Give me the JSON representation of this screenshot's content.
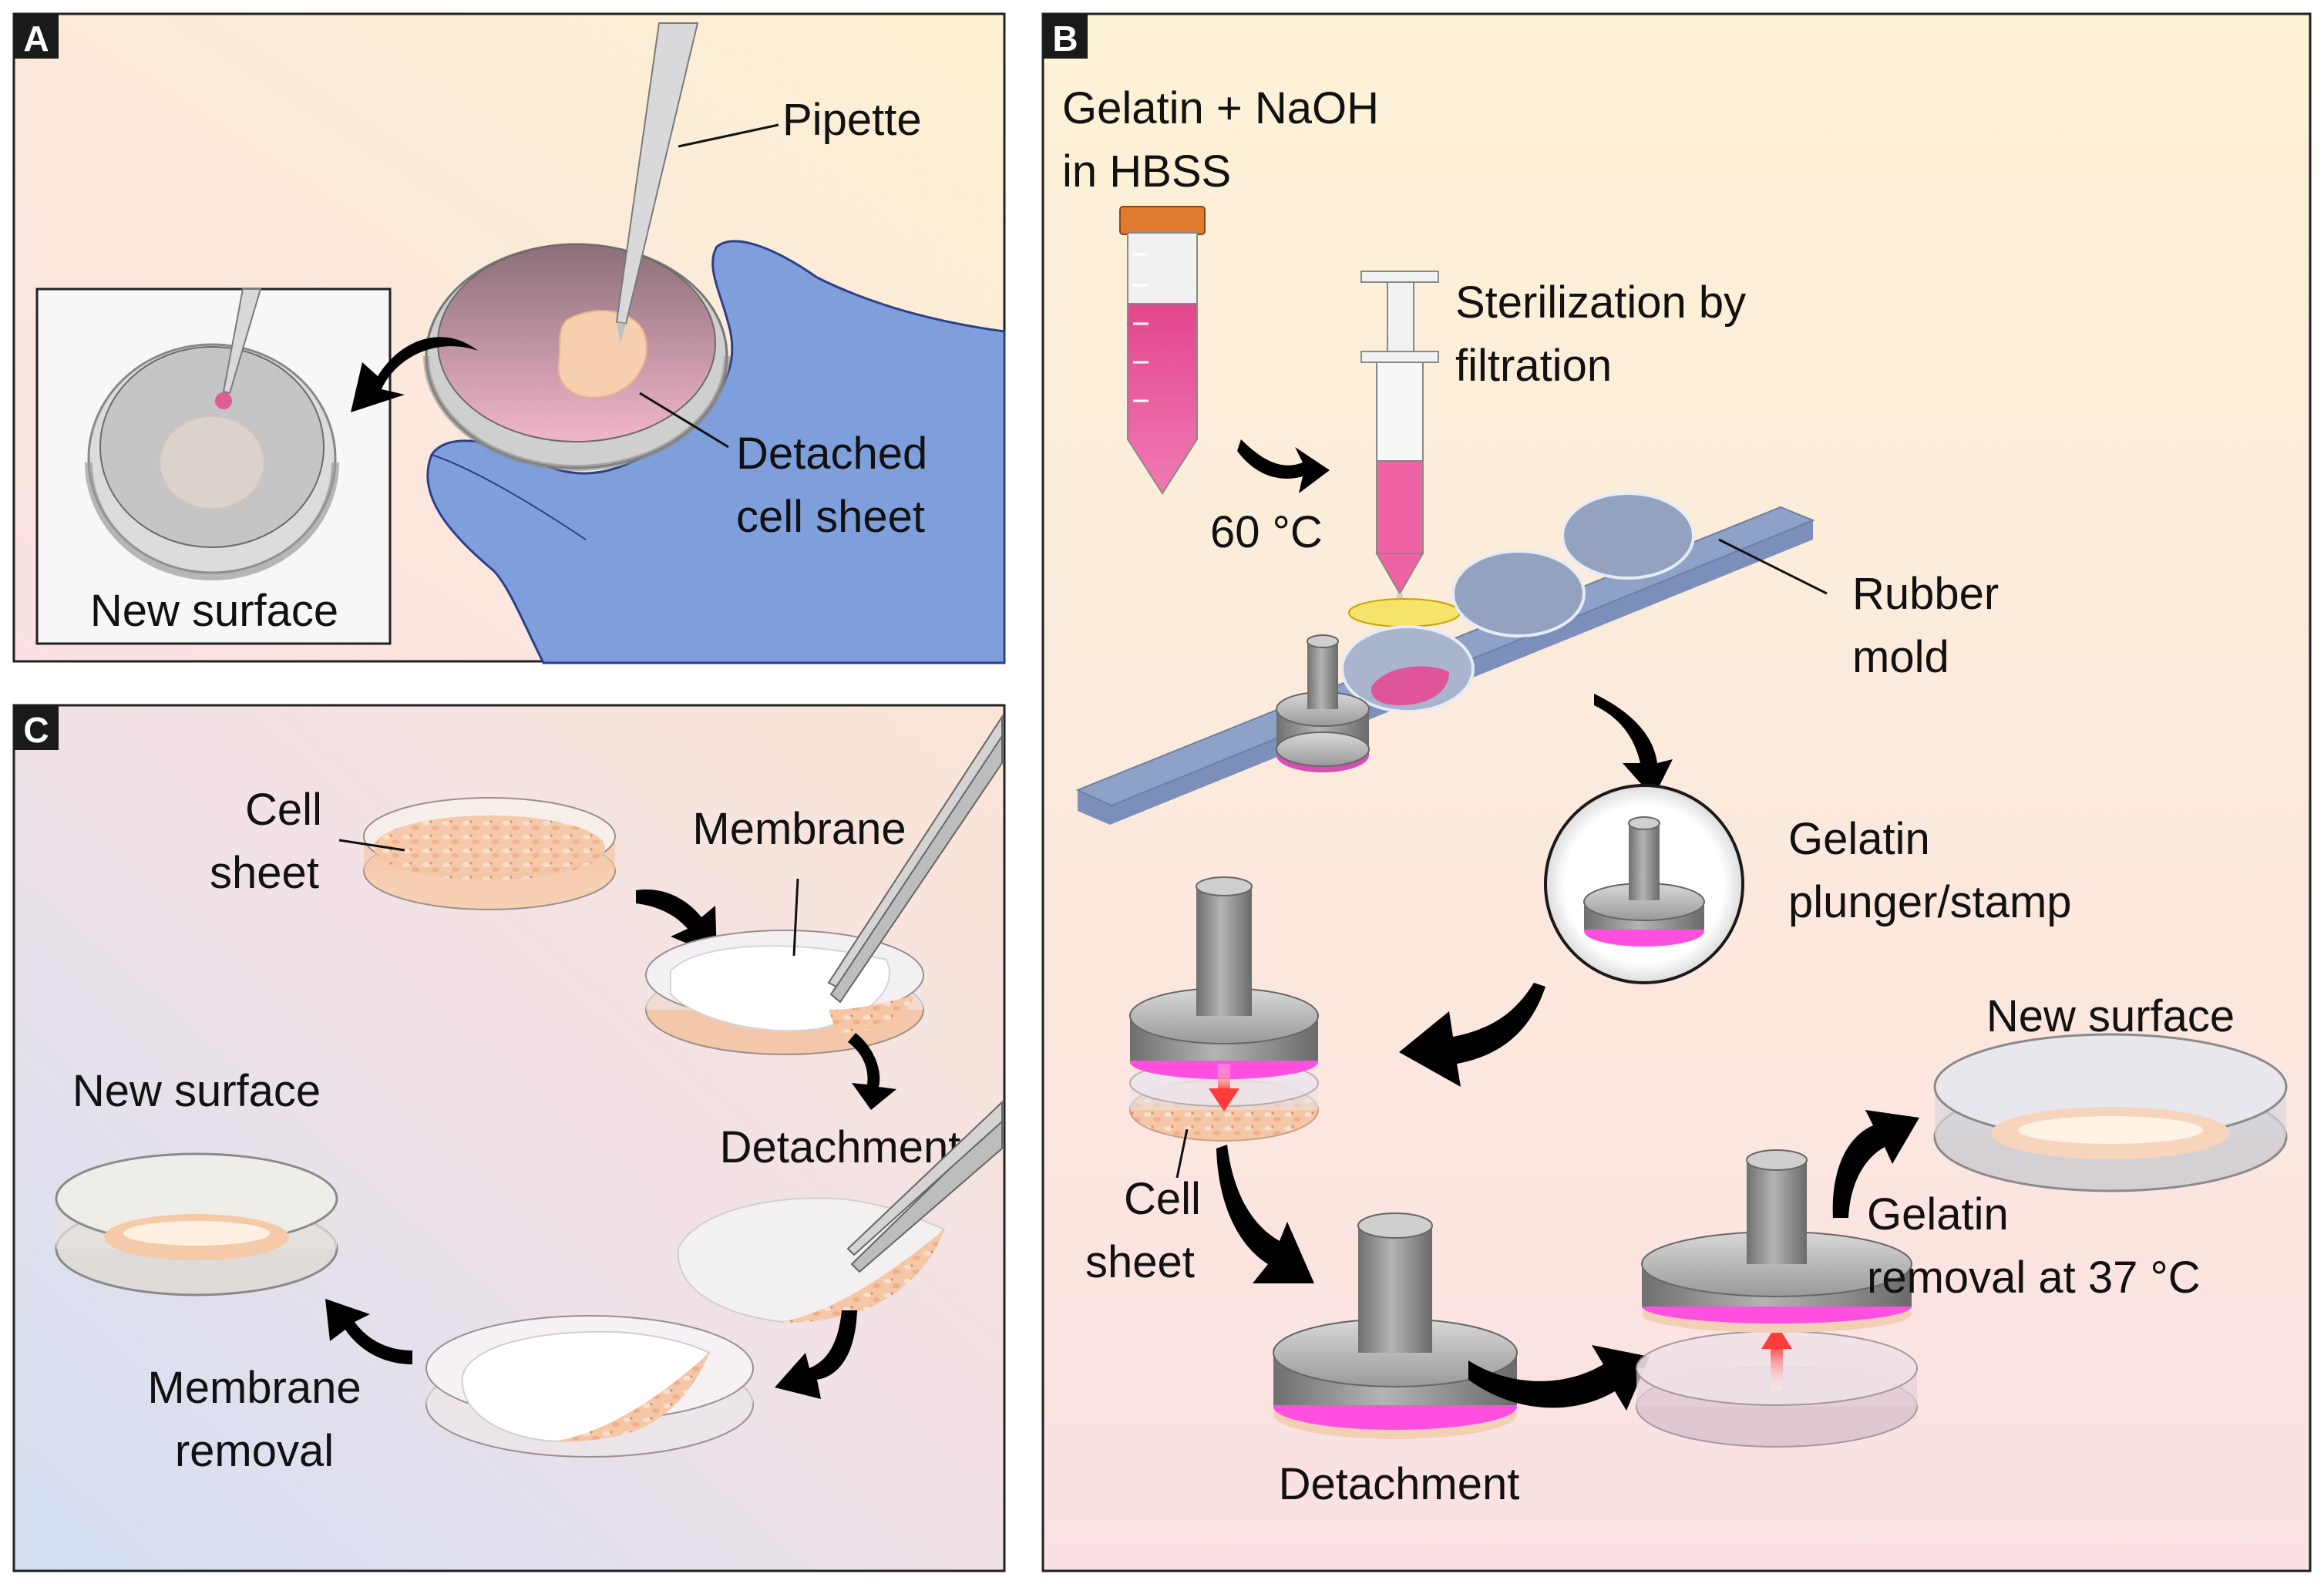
{
  "panel_a": {
    "letter": "A",
    "labels": {
      "pipette": "Pipette",
      "detached_line1": "Detached",
      "detached_line2": "cell sheet",
      "new_surface": "New surface"
    }
  },
  "panel_b": {
    "letter": "B",
    "labels": {
      "gelatin_line1": "Gelatin + NaOH",
      "gelatin_line2": "in HBSS",
      "steril_line1": "Sterilization by",
      "steril_line2": "filtration",
      "temp60": "60 °C",
      "rubber_line1": "Rubber",
      "rubber_line2": "mold",
      "plunger_line1": "Gelatin",
      "plunger_line2": "plunger/stamp",
      "cell_line1": "Cell",
      "cell_line2": "sheet",
      "detachment": "Detachment",
      "new_surface": "New surface",
      "removal_line1": "Gelatin",
      "removal_line2": "removal at 37 °C"
    }
  },
  "panel_c": {
    "letter": "C",
    "labels": {
      "cell_line1": "Cell",
      "cell_line2": "sheet",
      "membrane": "Membrane",
      "detachment": "Detachment",
      "new_surface": "New surface",
      "membrane_removal_line1": "Membrane",
      "membrane_removal_line2": "removal"
    }
  },
  "colors": {
    "glove": "#7f9fdc",
    "gelatin_pink": "#e0559a",
    "plunger_gray": "#8c8c8c",
    "magenta_band": "#ff4fe0",
    "cell_sheet": "#f3bf9d",
    "mold_blue": "#8ea2c8",
    "arrow": "#000000",
    "red_arrow": "#ff3b3b"
  }
}
